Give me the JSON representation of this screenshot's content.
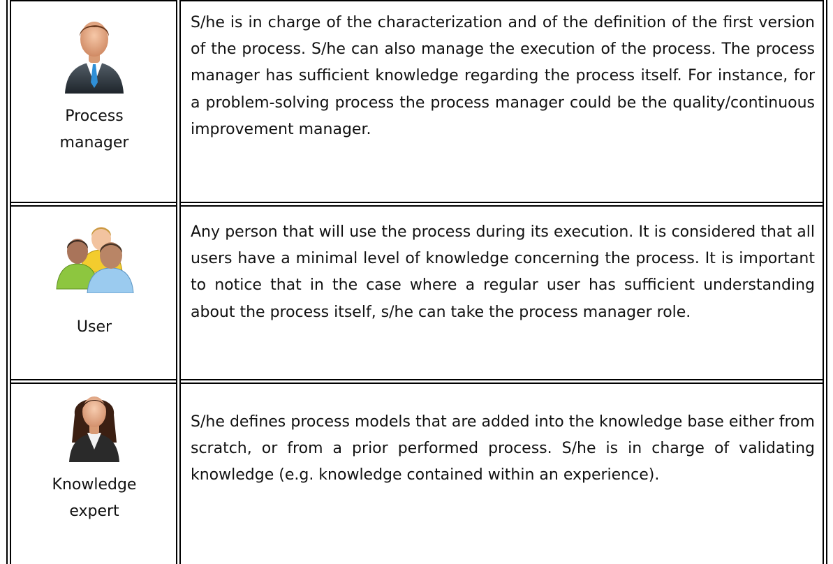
{
  "roles": [
    {
      "icon": "businessman-icon",
      "name_line1": "Process",
      "name_line2": "manager",
      "description": "S/he is in charge of the characterization and of the definition of the first version of the process. S/he can also manage the execution of the process. The process manager has sufficient knowledge regarding the process itself. For instance, for a problem-solving process the process manager could be the quality/continuous improvement manager."
    },
    {
      "icon": "users-group-icon",
      "name_line1": "User",
      "name_line2": "",
      "description": "Any person that will use the process during its execution. It is considered that all users have a minimal level of knowledge concerning the process. It is important to notice that in the case where a regular user has sufficient understanding about the process itself, s/he can take the process manager role."
    },
    {
      "icon": "businesswoman-icon",
      "name_line1": "Knowledge",
      "name_line2": "expert",
      "description": "S/he defines process models that are added into the knowledge base either from scratch, or from a prior performed process. S/he is in charge of validating knowledge (e.g. knowledge contained within an experience)."
    }
  ]
}
